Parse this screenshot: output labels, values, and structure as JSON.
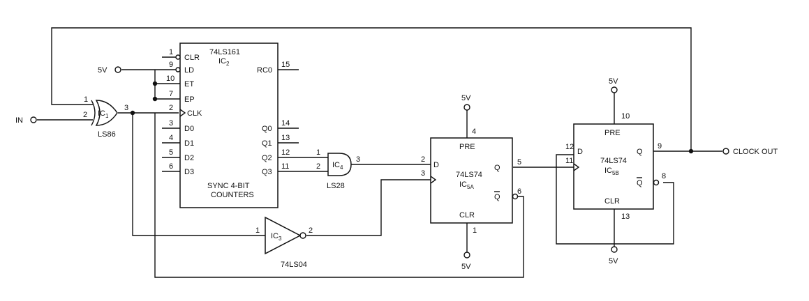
{
  "input": {
    "label": "IN"
  },
  "output": {
    "label": "CLOCK OUT"
  },
  "supply": {
    "ld": "5V",
    "ic5a_pre": "5V",
    "ic5a_clr": "5V",
    "ic5b_pre": "5V",
    "ic5b_clr": "5V"
  },
  "ic1": {
    "ref": "IC",
    "sub": "1",
    "part": "LS86",
    "pin_in1": "1",
    "pin_in2": "2",
    "pin_out": "3"
  },
  "ic2": {
    "part": "74LS161",
    "ref": "IC",
    "sub": "2",
    "desc1": "SYNC 4-BIT",
    "desc2": "COUNTERS",
    "left_pins": [
      {
        "num": "1",
        "name": "CLR"
      },
      {
        "num": "9",
        "name": "LD"
      },
      {
        "num": "10",
        "name": "ET"
      },
      {
        "num": "7",
        "name": "EP"
      },
      {
        "num": "2",
        "name": "CLK"
      },
      {
        "num": "3",
        "name": "D0"
      },
      {
        "num": "4",
        "name": "D1"
      },
      {
        "num": "5",
        "name": "D2"
      },
      {
        "num": "6",
        "name": "D3"
      }
    ],
    "rco": {
      "num": "15",
      "name": "RC0"
    },
    "right_pins": [
      {
        "num": "14",
        "name": "Q0"
      },
      {
        "num": "13",
        "name": "Q1"
      },
      {
        "num": "12",
        "name": "Q2"
      },
      {
        "num": "11",
        "name": "Q3"
      }
    ]
  },
  "ic3": {
    "ref": "IC",
    "sub": "3",
    "part": "74LS04",
    "pin_in": "1",
    "pin_out": "2"
  },
  "ic4": {
    "ref": "IC",
    "sub": "4",
    "part": "LS28",
    "pin_in1": "1",
    "pin_in2": "2",
    "pin_out": "3"
  },
  "ic5a": {
    "part": "74LS74",
    "ref": "IC",
    "sub": "5A",
    "pre": "PRE",
    "clr": "CLR",
    "d": "D",
    "q": "Q",
    "qbar": "Q",
    "pin_pre": "4",
    "pin_clr": "1",
    "pin_d": "2",
    "pin_clk": "3",
    "pin_q": "5",
    "pin_qbar": "6"
  },
  "ic5b": {
    "part": "74LS74",
    "ref": "IC",
    "sub": "5B",
    "pre": "PRE",
    "clr": "CLR",
    "d": "D",
    "q": "Q",
    "qbar": "Q",
    "pin_pre": "10",
    "pin_clr": "13",
    "pin_d": "12",
    "pin_clk": "11",
    "pin_q": "9",
    "pin_qbar": "8"
  }
}
